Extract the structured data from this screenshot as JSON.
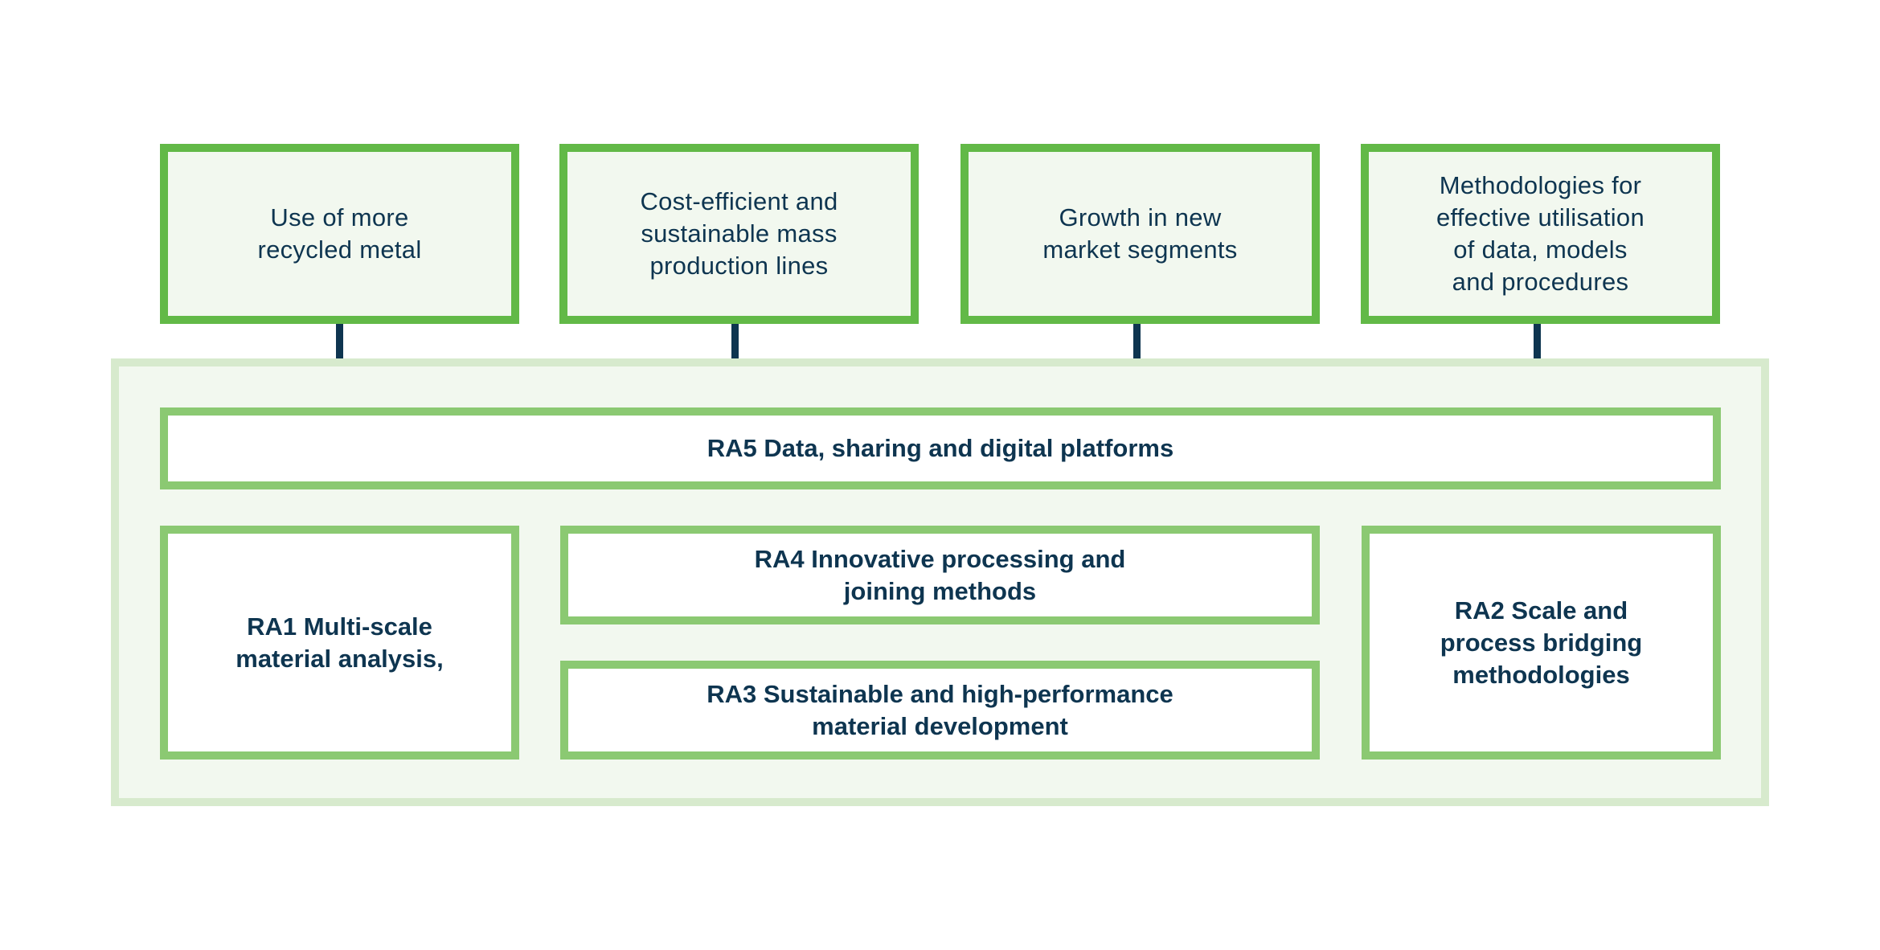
{
  "goals": [
    {
      "label": "Use of more\nrecycled metal"
    },
    {
      "label": "Cost-efficient and\nsustainable mass\nproduction lines"
    },
    {
      "label": "Growth in new\nmarket segments"
    },
    {
      "label": "Methodologies for\neffective utilisation\nof data, models\nand procedures"
    }
  ],
  "research_areas": {
    "ra5": "RA5 Data, sharing and digital platforms",
    "ra1": "RA1 Multi-scale\nmaterial analysis,",
    "ra4": "RA4 Innovative processing and\njoining methods",
    "ra3": "RA3 Sustainable and high-performance\nmaterial development",
    "ra2": "RA2 Scale and\nprocess bridging\nmethodologies"
  },
  "colors": {
    "goal_border": "#62b947",
    "ra_border": "#8bc972",
    "container_border": "#d7eacd",
    "container_fill": "#f2f8ef",
    "text": "#0e3550",
    "connector": "#0e3550"
  }
}
